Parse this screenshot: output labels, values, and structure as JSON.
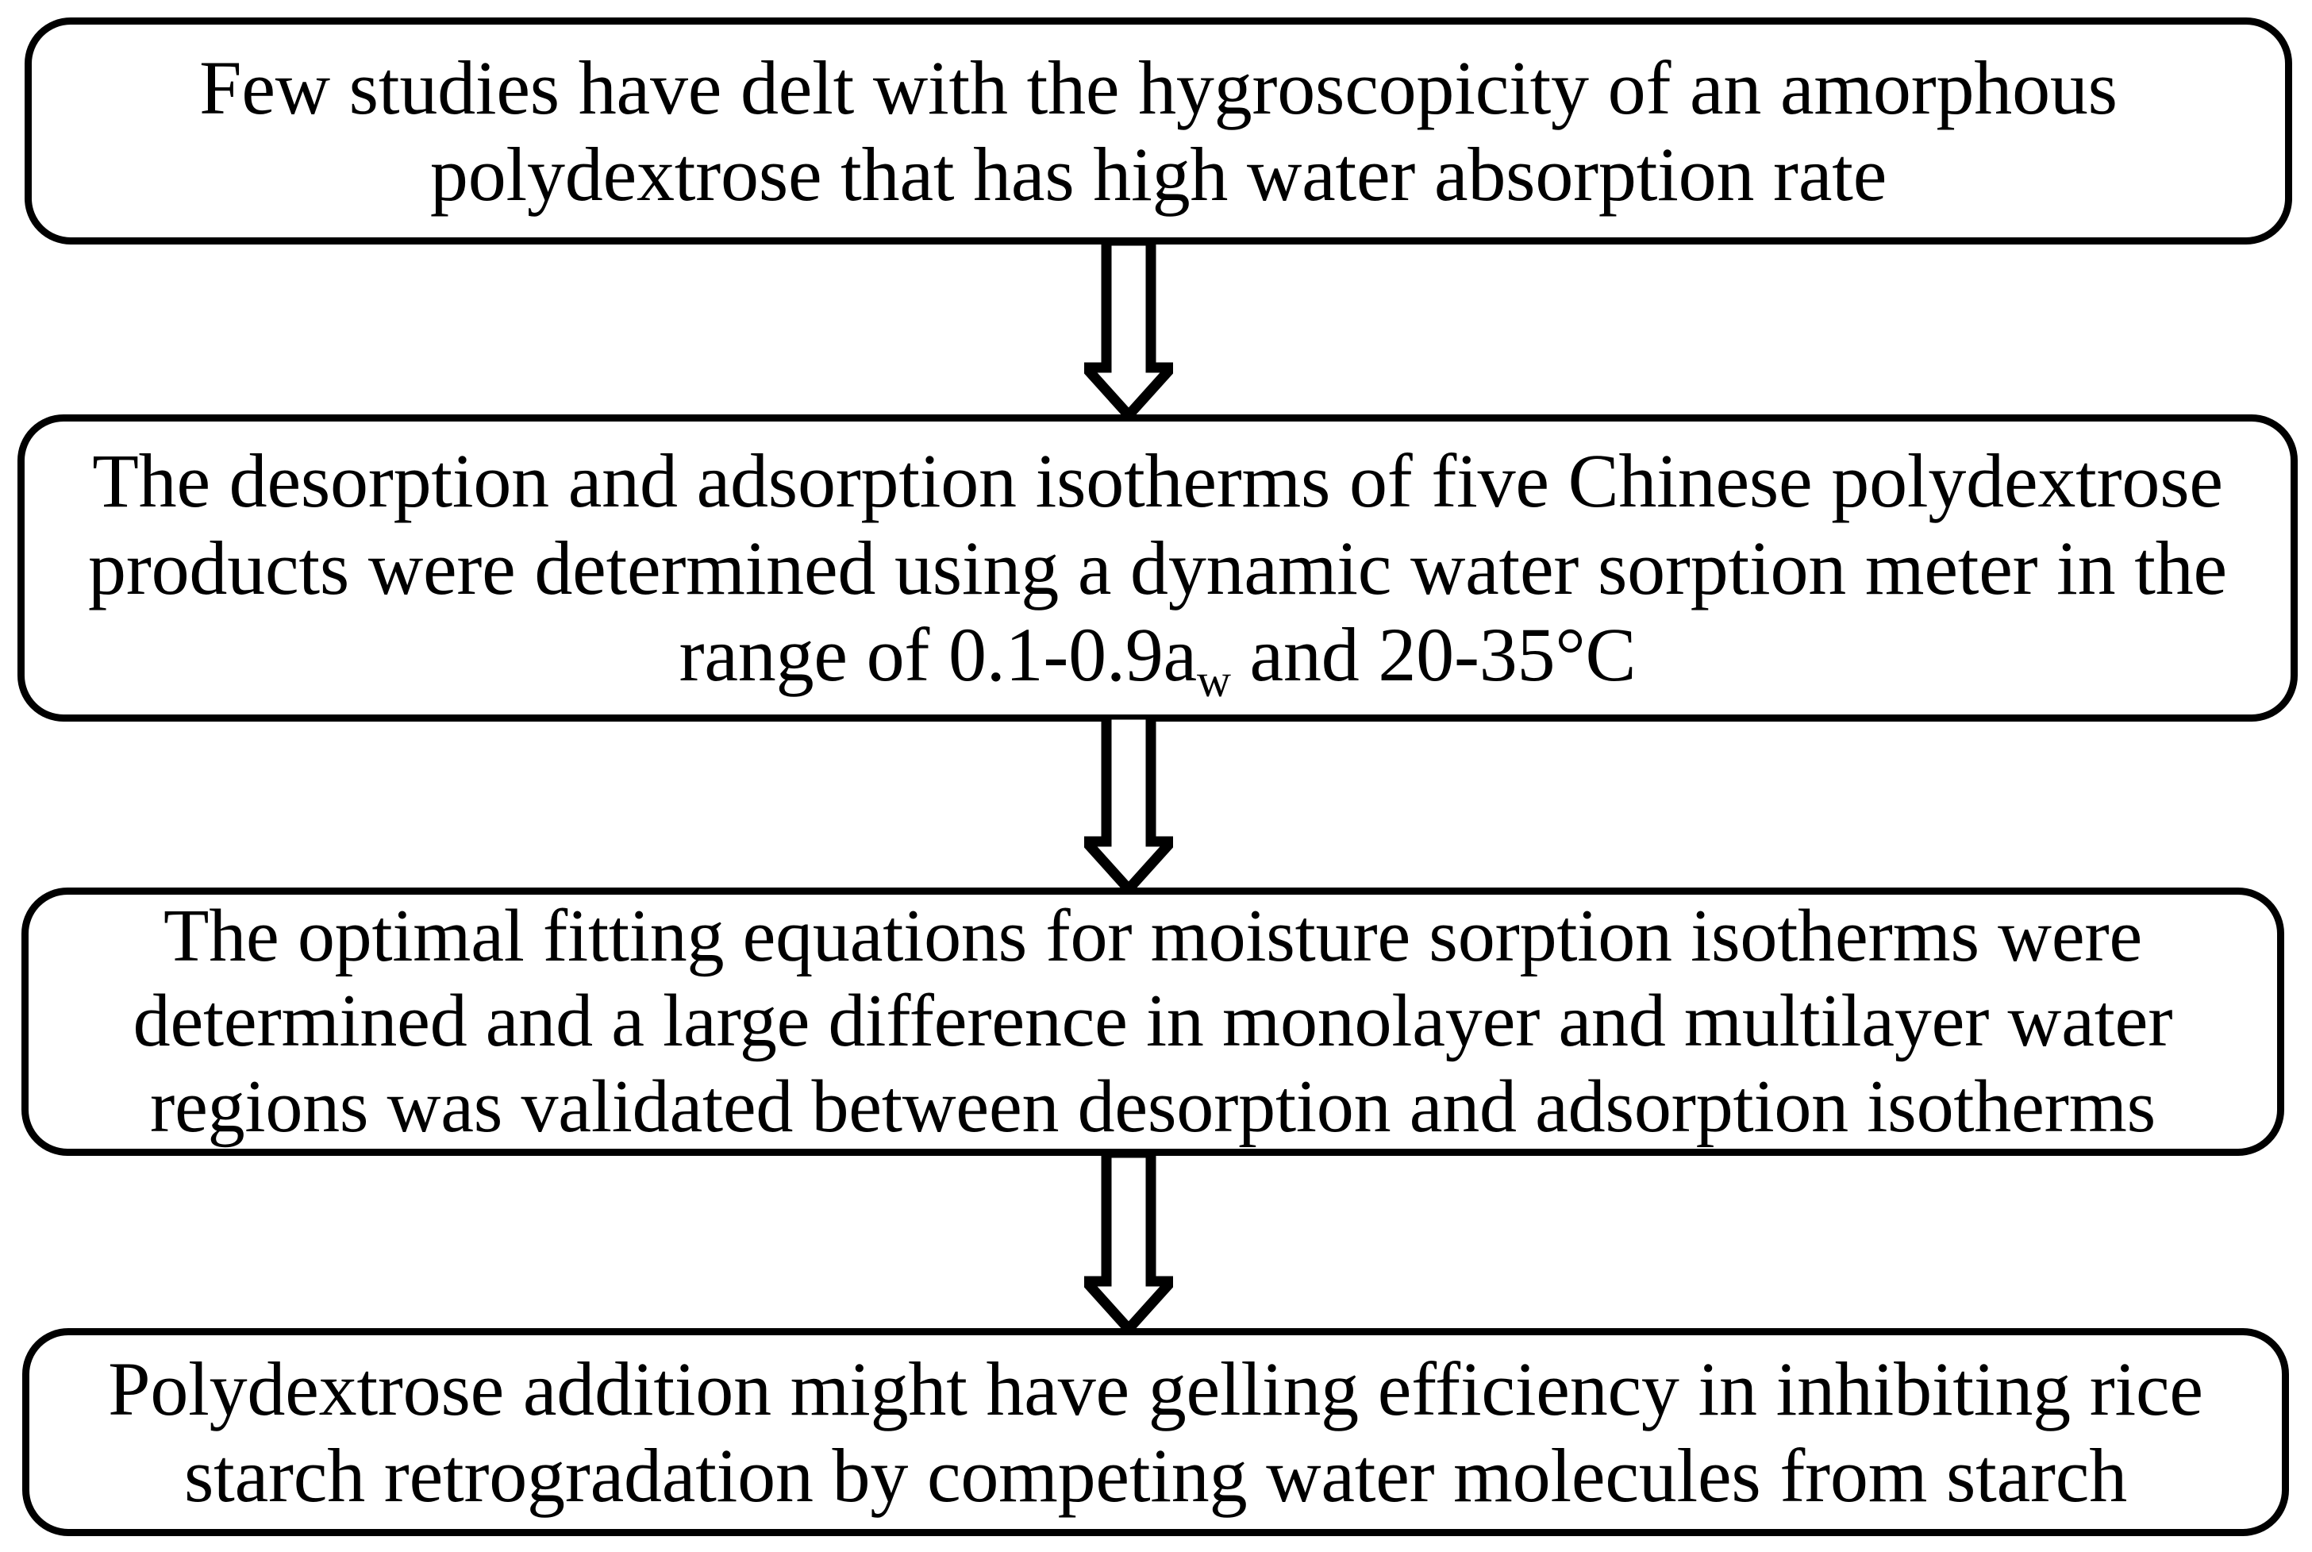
{
  "diagram": {
    "title": "Polydextrose moisture sorption graphical abstract flowchart",
    "type": "vertical-flowchart",
    "background_color": "#ffffff",
    "stroke_color": "#000000",
    "boxes": [
      {
        "id": "box-1",
        "order": 1,
        "lines": [
          "Few studies have delt with the hygroscopicity of an amorphous",
          "polydextrose that has high water absorption rate"
        ]
      },
      {
        "id": "box-2",
        "order": 2,
        "lines": [
          "The desorption and adsorption isotherms of five Chinese polydextrose",
          "products were determined using a dynamic water sorption meter in the",
          "range of 0.1-0.9a|w| and 20-35°C"
        ],
        "line_3_parts": {
          "before": "range of 0.1-0.9a",
          "subscript": "w",
          "after": " and 20-35°C"
        }
      },
      {
        "id": "box-3",
        "order": 3,
        "lines": [
          " The optimal fitting equations for moisture sorption isotherms were",
          "determined and a large difference in monolayer and multilayer water",
          "regions was validated between desorption and adsorption isotherms"
        ]
      },
      {
        "id": "box-4",
        "order": 4,
        "lines": [
          "Polydextrose addition might have gelling efficiency in inhibiting rice",
          "starch retrogradation by competing water molecules from starch"
        ]
      }
    ],
    "arrows": [
      {
        "id": "arrow-1",
        "from": "box-1",
        "to": "box-2",
        "direction": "down",
        "style": "hollow-block-arrow"
      },
      {
        "id": "arrow-2",
        "from": "box-2",
        "to": "box-3",
        "direction": "down",
        "style": "hollow-block-arrow"
      },
      {
        "id": "arrow-3",
        "from": "box-3",
        "to": "box-4",
        "direction": "down",
        "style": "hollow-block-arrow"
      }
    ]
  }
}
